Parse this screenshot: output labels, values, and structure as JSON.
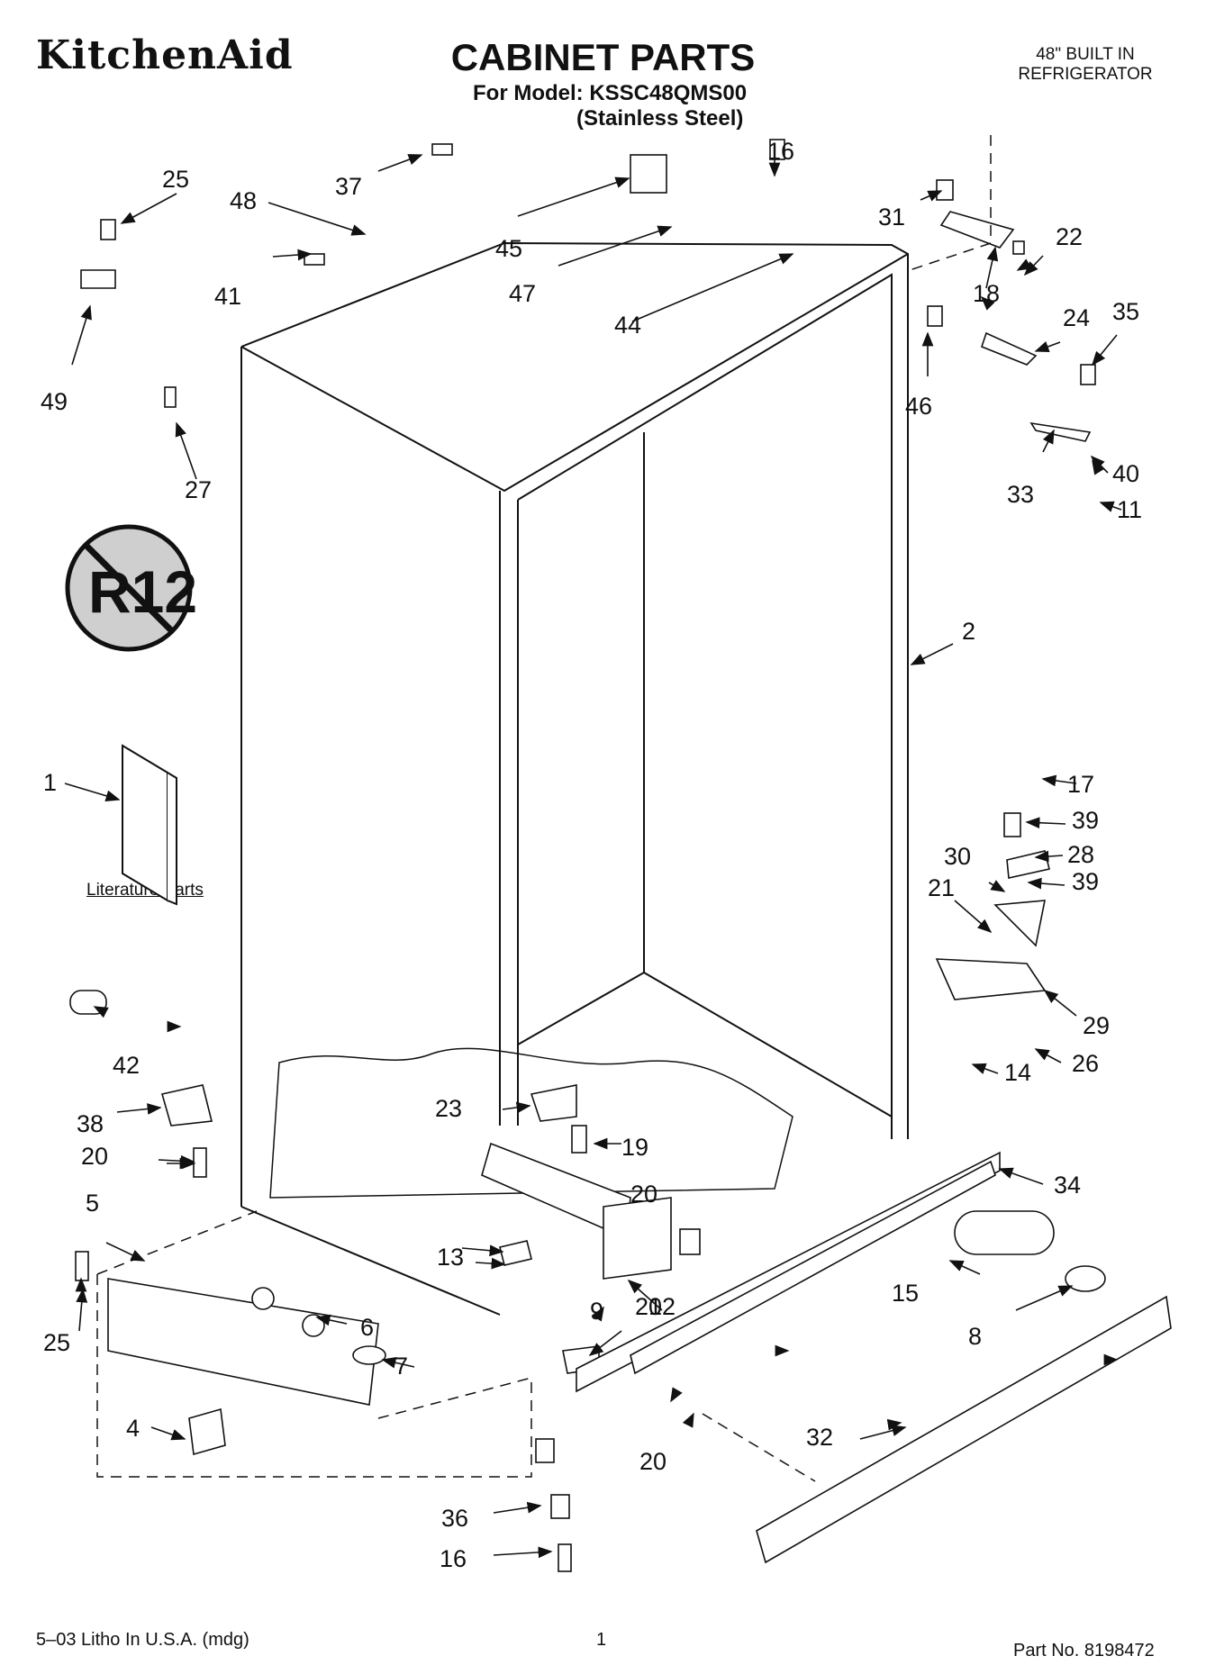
{
  "header": {
    "brand": "KitchenAid",
    "title": "CABINET PARTS",
    "model_line": "For Model: KSSC48QMS00",
    "finish_line": "(Stainless Steel)",
    "subtitle_line1": "48\" BUILT IN",
    "subtitle_line2": "REFRIGERATOR"
  },
  "literature_label": "Literature Parts",
  "badge_text": "R12",
  "footer": {
    "left": "5–03 Litho In U.S.A. (mdg)",
    "page": "1",
    "part_no": "Part No. 8198472"
  },
  "callouts": [
    "1",
    "2",
    "4",
    "5",
    "6",
    "7",
    "8",
    "9",
    "11",
    "12",
    "13",
    "14",
    "15",
    "16",
    "16",
    "17",
    "18",
    "19",
    "20",
    "20",
    "20",
    "20",
    "21",
    "22",
    "23",
    "24",
    "25",
    "25",
    "26",
    "27",
    "28",
    "29",
    "30",
    "31",
    "32",
    "33",
    "34",
    "35",
    "36",
    "37",
    "38",
    "39",
    "39",
    "40",
    "41",
    "42",
    "44",
    "45",
    "46",
    "47",
    "48",
    "49"
  ]
}
